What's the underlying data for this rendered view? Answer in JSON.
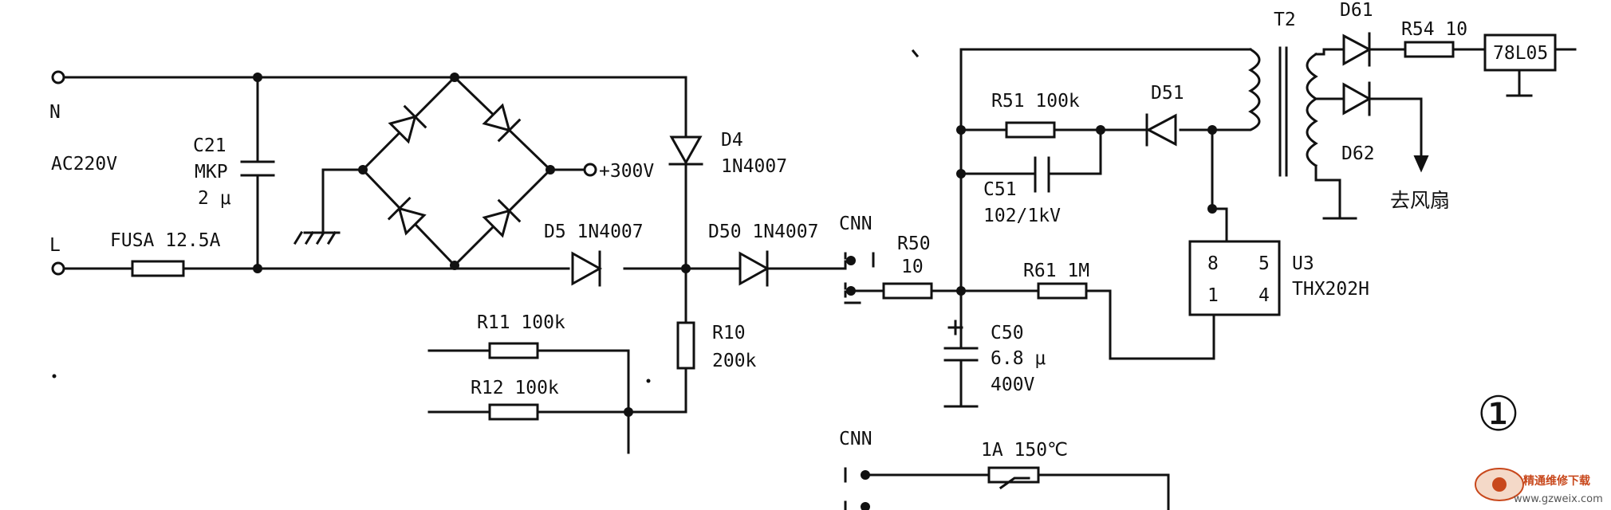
{
  "labels": {
    "n": "N",
    "l": "L",
    "ac": "AC220V",
    "c21": "C21",
    "c21_type": "MKP",
    "c21_val": "2 μ",
    "fuse": "FUSA 12.5A",
    "plus300": "+300V",
    "d4": "D4",
    "d4_part": "1N4007",
    "d5": "D5 1N4007",
    "d50": "D50 1N4007",
    "r10": "R10",
    "r10_val": "200k",
    "r11": "R11 100k",
    "r12": "R12 100k",
    "cnn_top": "CNN",
    "cnn_bot": "CNN",
    "r50": "R50",
    "r50_val": "10",
    "r51": "R51 100k",
    "d51": "D51",
    "c51": "C51",
    "c51_val": "102/1kV",
    "r61": "R61 1M",
    "c50": "C50",
    "c50_val": "6.8 μ",
    "c50_volt": "400V",
    "t2": "T2",
    "d61": "D61",
    "d62": "D62",
    "r54": "R54 10",
    "reg": "78L05",
    "fan": "去风扇",
    "u3": "U3",
    "u3_part": "THX202H",
    "pin8": "8",
    "pin5": "5",
    "pin1": "1",
    "pin4": "4",
    "thermal": "1A 150℃",
    "circle1": "①"
  },
  "watermark": {
    "site_cn": "精通维修下载",
    "url": "www.gzweix.com"
  },
  "colors": {
    "ink": "#111111",
    "paper": "#ffffff",
    "watermark": "#c8481c"
  }
}
